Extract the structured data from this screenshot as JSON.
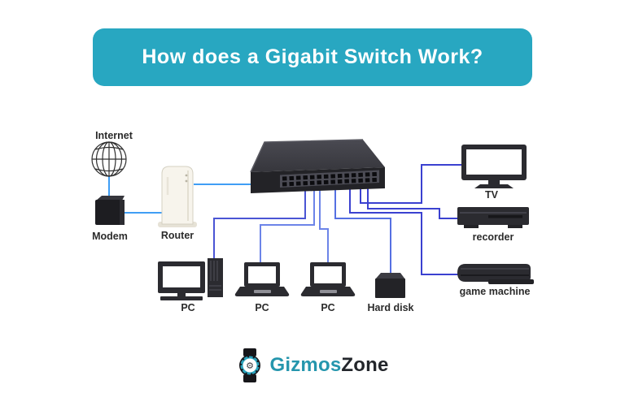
{
  "banner": {
    "title": "How does a Gigabit Switch Work?",
    "bg_color": "#28a7c1"
  },
  "diagram": {
    "labels": {
      "internet": "Internet",
      "modem": "Modem",
      "router": "Router",
      "tv": "TV",
      "recorder": "recorder",
      "game_machine": "game machine",
      "pc_desktop": "PC",
      "pc_laptop1": "PC",
      "pc_laptop2": "PC",
      "hard_disk": "Hard disk"
    },
    "colors": {
      "line_azure": "#3f9ef5",
      "line_periwinkle": "#6c84e8",
      "line_medium": "#4a55d4",
      "line_harddisk": "#5570e2",
      "line_indigo": "#3b41d0"
    }
  },
  "logo": {
    "brand_primary": "Gizmos",
    "brand_secondary": "Zone",
    "primary_color": "#2596ad",
    "secondary_color": "#23262b",
    "icon": "watch-icon"
  }
}
